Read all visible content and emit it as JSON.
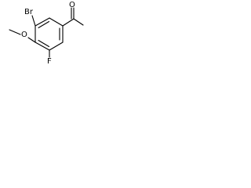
{
  "structure": {
    "atoms": {
      "br": "Br",
      "methoxy_o": "O",
      "ketone_o": "O",
      "fluorine": "F"
    }
  }
}
